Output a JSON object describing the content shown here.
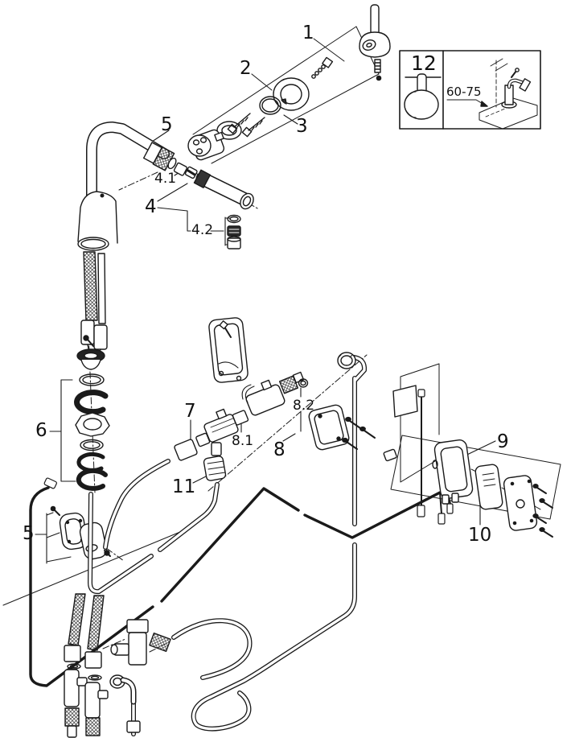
{
  "diagram": {
    "kind": "exploded-parts-diagram",
    "subject": "pull-out kitchen faucet with electronic control boxes",
    "line_color": "#1a1a1a",
    "background_color": "#ffffff"
  },
  "callouts": [
    {
      "label": "1"
    },
    {
      "label": "2"
    },
    {
      "label": "3"
    },
    {
      "label": "5"
    },
    {
      "label": "4.1"
    },
    {
      "label": "4"
    },
    {
      "label": "4.2"
    },
    {
      "label": "6"
    },
    {
      "label": "7"
    },
    {
      "label": "8.1"
    },
    {
      "label": "8.2"
    },
    {
      "label": "8"
    },
    {
      "label": "9"
    },
    {
      "label": "10"
    },
    {
      "label": "11"
    },
    {
      "label": "5"
    }
  ],
  "inset": {
    "part_label": "12",
    "dimension_label": "60-75"
  }
}
